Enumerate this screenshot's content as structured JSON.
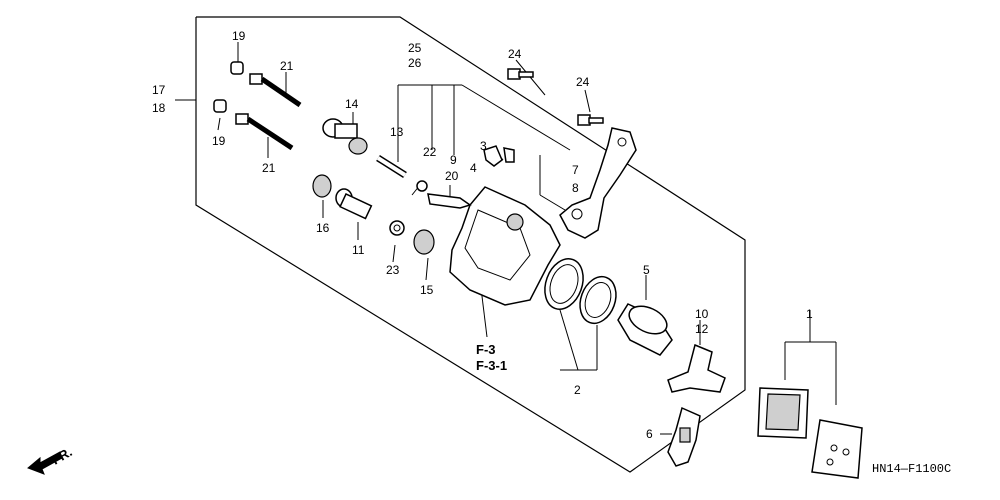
{
  "diagram_code": "HN14—F1100C",
  "front_marker": "FR.",
  "labels": {
    "n1": "1",
    "n2": "2",
    "n3": "3",
    "n4": "4",
    "n5": "5",
    "n6": "6",
    "n7": "7",
    "n8": "8",
    "n9": "9",
    "n10": "10",
    "n11": "11",
    "n12": "12",
    "n13": "13",
    "n14": "14",
    "n15": "15",
    "n16": "16",
    "n17": "17",
    "n18": "18",
    "n19a": "19",
    "n19b": "19",
    "n20": "20",
    "n21a": "21",
    "n21b": "21",
    "n22": "22",
    "n23": "23",
    "n24a": "24",
    "n24b": "24",
    "n25": "25",
    "n26": "26"
  },
  "refs": {
    "f3": "F-3",
    "f31": "F-3-1"
  }
}
